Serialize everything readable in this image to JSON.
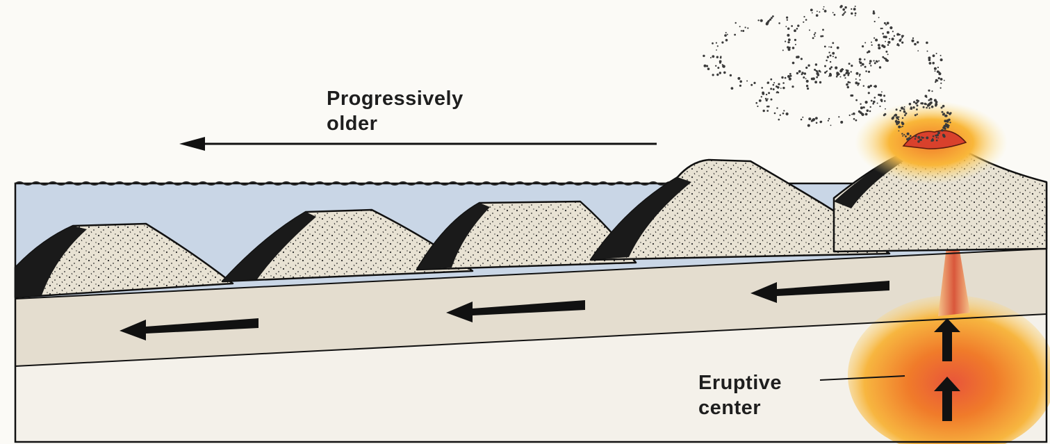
{
  "labels": {
    "progressively_older": {
      "line1": "Progressively",
      "line2": "older"
    },
    "eruptive_center": {
      "line1": "Eruptive",
      "line2": "center"
    }
  },
  "colors": {
    "background": "#fbfaf6",
    "ocean": "#c9d6e6",
    "plate": "#e4ddcf",
    "mantle": "#f4f1ea",
    "volcano_fill": "#e6e0d2",
    "ink": "#111111",
    "magma": "#f4a52a",
    "magma_core": "#e8553a"
  },
  "features": {
    "volcano_count": 5,
    "active_volcano": "rightmost",
    "plate_motion": "left",
    "plume_flow": "up"
  }
}
